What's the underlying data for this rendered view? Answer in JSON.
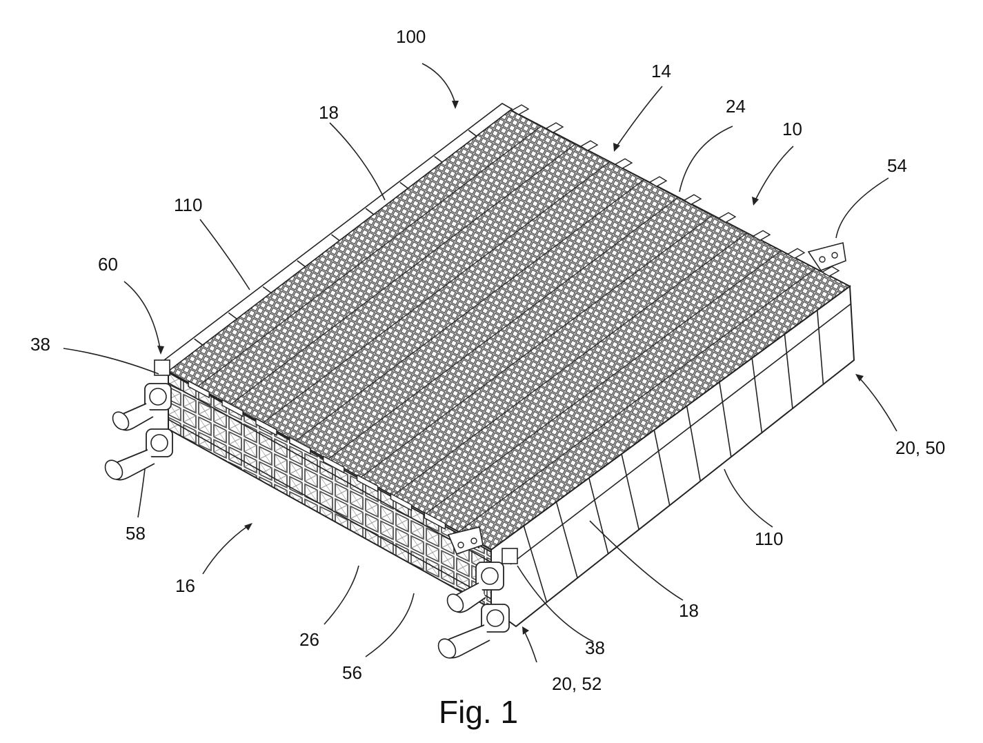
{
  "figure": {
    "caption": "Fig. 1",
    "labels": [
      {
        "id": "l100",
        "text": "100"
      },
      {
        "id": "l14",
        "text": "14"
      },
      {
        "id": "l24",
        "text": "24"
      },
      {
        "id": "l10",
        "text": "10"
      },
      {
        "id": "l54",
        "text": "54"
      },
      {
        "id": "l18a",
        "text": "18"
      },
      {
        "id": "l110a",
        "text": "110"
      },
      {
        "id": "l60",
        "text": "60"
      },
      {
        "id": "l38a",
        "text": "38"
      },
      {
        "id": "l58",
        "text": "58"
      },
      {
        "id": "l16",
        "text": "16"
      },
      {
        "id": "l26",
        "text": "26"
      },
      {
        "id": "l56",
        "text": "56"
      },
      {
        "id": "l2052",
        "text": "20, 52"
      },
      {
        "id": "l38b",
        "text": "38"
      },
      {
        "id": "l18b",
        "text": "18"
      },
      {
        "id": "l110b",
        "text": "110"
      },
      {
        "id": "l2050",
        "text": "20, 50"
      }
    ]
  }
}
